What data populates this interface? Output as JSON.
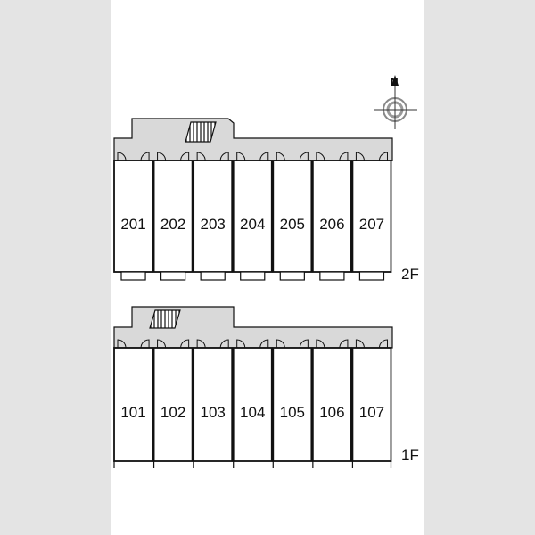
{
  "compass": {
    "north_label": "N"
  },
  "floors": [
    {
      "id": "2F",
      "label": "2F",
      "units": [
        "201",
        "202",
        "203",
        "204",
        "205",
        "206",
        "207"
      ]
    },
    {
      "id": "1F",
      "label": "1F",
      "units": [
        "101",
        "102",
        "103",
        "104",
        "105",
        "106",
        "107"
      ]
    }
  ],
  "colors": {
    "corridor": "#d9d9d9",
    "wall": "#111111",
    "page_bg": "#e4e4e4",
    "sheet_bg": "#ffffff"
  }
}
